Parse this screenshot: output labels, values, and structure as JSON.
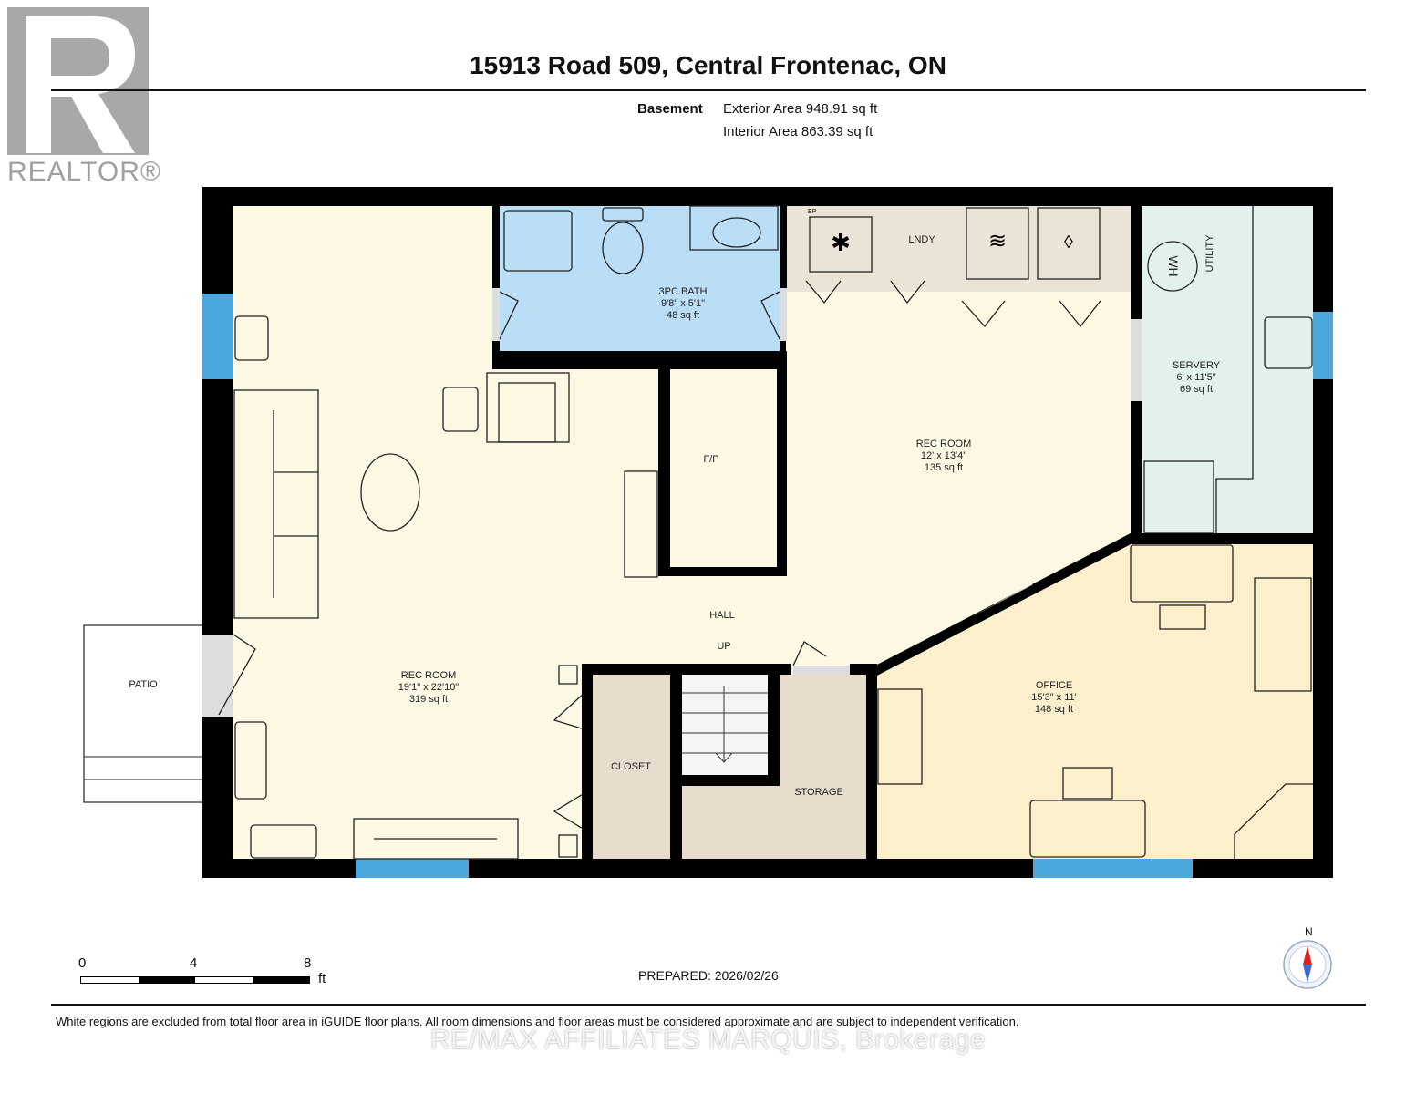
{
  "header": {
    "title": "15913 Road 509, Central Frontenac, ON",
    "floor": "Basement",
    "exterior_area": "Exterior Area 948.91 sq ft",
    "interior_area": "Interior Area 863.39 sq ft"
  },
  "logo": {
    "text": "REALTOR®"
  },
  "rooms": {
    "bath": {
      "name": "3PC BATH",
      "dims": "9'8\" x 5'1\"",
      "area": "48 sq ft"
    },
    "lndy": {
      "name": "LNDY"
    },
    "rec2": {
      "name": "REC ROOM",
      "dims": "12' x 13'4\"",
      "area": "135 sq ft"
    },
    "servery": {
      "name": "SERVERY",
      "dims": "6' x 11'5\"",
      "area": "69 sq ft"
    },
    "utility": {
      "name": "UTILITY"
    },
    "wh": {
      "name": "WH"
    },
    "fp": {
      "name": "F/P"
    },
    "hall": {
      "name": "HALL"
    },
    "up": {
      "name": "UP"
    },
    "rec1": {
      "name": "REC ROOM",
      "dims": "19'1\" x 22'10\"",
      "area": "319 sq ft"
    },
    "closet": {
      "name": "CLOSET"
    },
    "storage": {
      "name": "STORAGE"
    },
    "office": {
      "name": "OFFICE",
      "dims": "15'3\" x 11'",
      "area": "148 sq ft"
    },
    "patio": {
      "name": "PATIO"
    },
    "ep": {
      "name": "EP"
    }
  },
  "scale": {
    "labels": [
      "0",
      "4",
      "8"
    ],
    "unit": "ft"
  },
  "compass": {
    "label": "N"
  },
  "footer": {
    "prepared": "PREPARED: 2026/02/26",
    "disclaimer": "White regions are excluded from total floor area in iGUIDE floor plans. All room dimensions and floor areas must be considered approximate and are subject to independent verification.",
    "brokerage": "RE/MAX AFFILIATES MARQUIS, Brokerage"
  },
  "colors": {
    "wall": "#000000",
    "rec": "#fdf8e4",
    "bath": "#b9def6",
    "lndy": "#ebe4d6",
    "servery": "#e2f0ee",
    "office": "#fcf0cc",
    "closet": "#e8ddcc",
    "window": "#4aa8dc"
  }
}
